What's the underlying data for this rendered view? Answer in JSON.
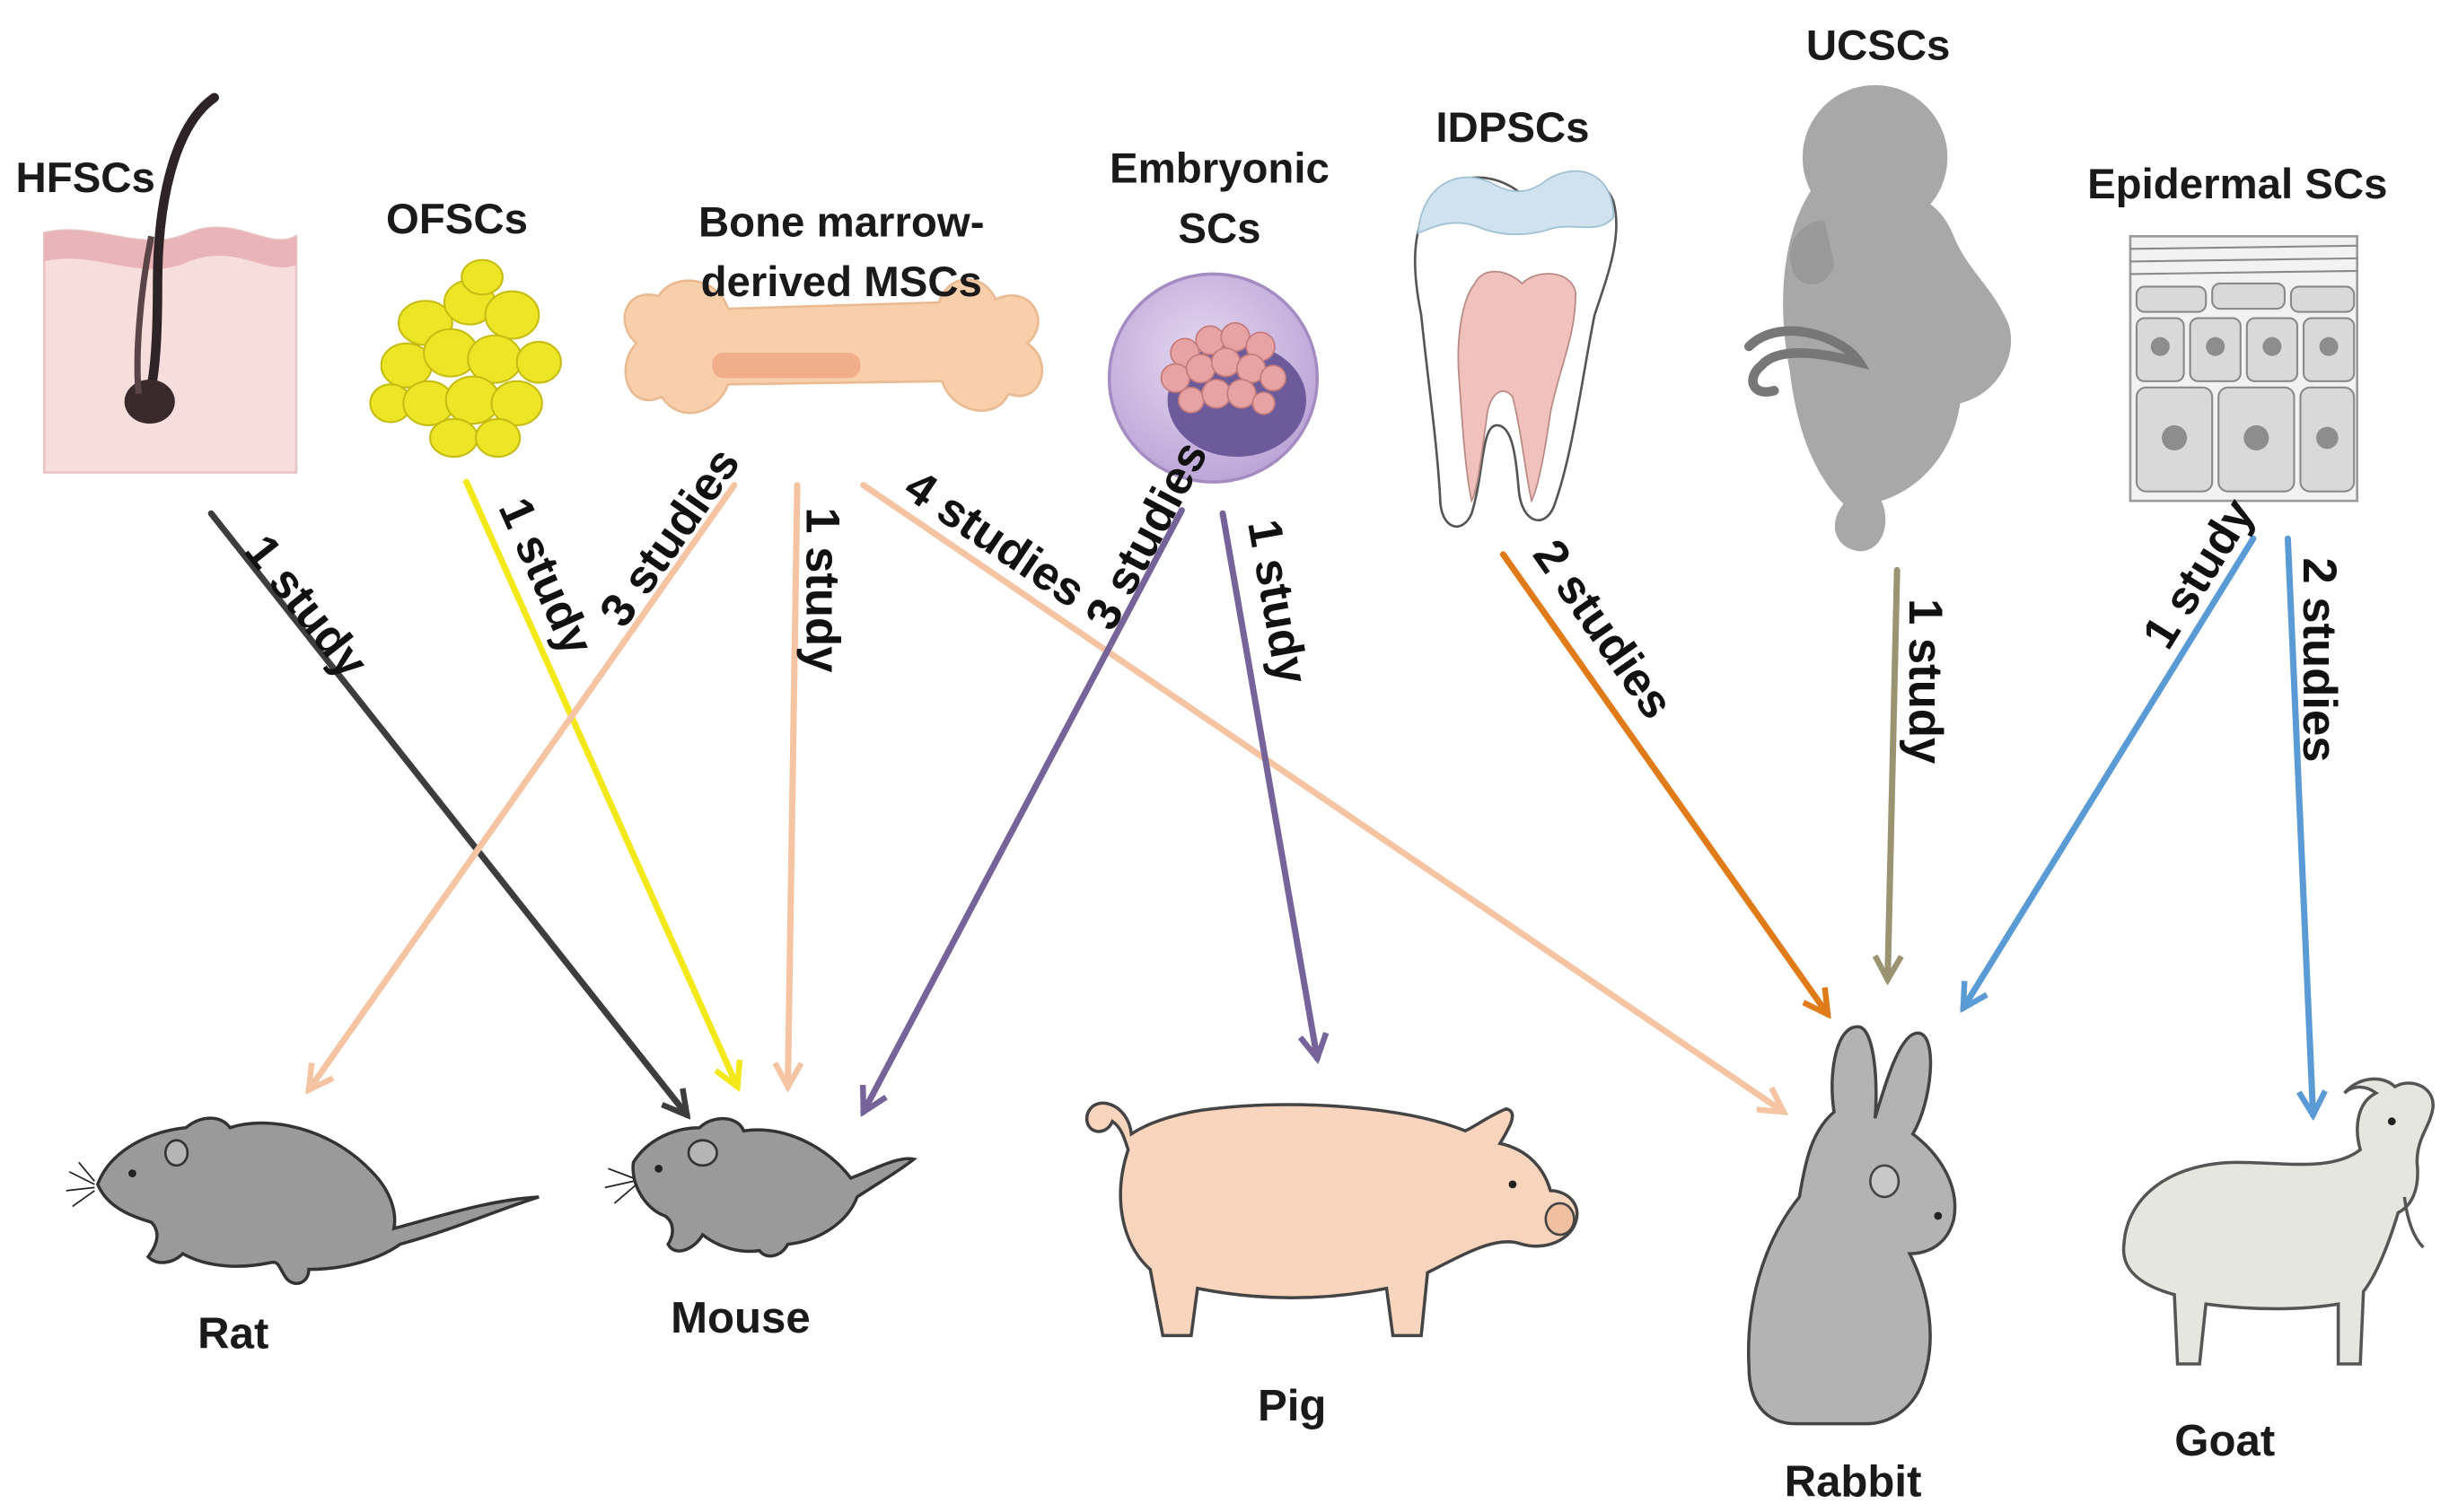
{
  "sources": {
    "hfscs": "HFSCs",
    "ofscs": "OFSCs",
    "bone_line1": "Bone marrow-",
    "bone_line2": "derived MSCs",
    "emb_line1": "Embryonic",
    "emb_line2": "SCs",
    "idpscs": "IDPSCs",
    "ucscs": "UCSCs",
    "epidermal": "Epidermal SCs"
  },
  "targets": {
    "rat": "Rat",
    "mouse": "Mouse",
    "pig": "Pig",
    "rabbit": "Rabbit",
    "goat": "Goat"
  },
  "links": [
    {
      "from": "HFSCs",
      "to": "Mouse",
      "label": "1 study",
      "color": "#3d3d3d"
    },
    {
      "from": "OFSCs",
      "to": "Mouse",
      "label": "1 study",
      "color": "#f2e81a"
    },
    {
      "from": "Bone marrow-derived MSCs",
      "to": "Rat",
      "label": "3 studies",
      "color": "#f5c4a2"
    },
    {
      "from": "Bone marrow-derived MSCs",
      "to": "Mouse",
      "label": "1 study",
      "color": "#f5c4a2"
    },
    {
      "from": "Bone marrow-derived MSCs",
      "to": "Rabbit",
      "label": "4 studies",
      "color": "#f5c4a2"
    },
    {
      "from": "Embryonic SCs",
      "to": "Mouse",
      "label": "3 studies",
      "color": "#76639a"
    },
    {
      "from": "Embryonic SCs",
      "to": "Pig",
      "label": "1 study",
      "color": "#76639a"
    },
    {
      "from": "IDPSCs",
      "to": "Rabbit",
      "label": "2 studies",
      "color": "#e07b1a"
    },
    {
      "from": "UCSCs",
      "to": "Rabbit",
      "label": "1 study",
      "color": "#9b9472"
    },
    {
      "from": "Epidermal SCs",
      "to": "Rabbit",
      "label": "1 study",
      "color": "#5a9bd5"
    },
    {
      "from": "Epidermal SCs",
      "to": "Goat",
      "label": "2 studies",
      "color": "#5a9bd5"
    }
  ]
}
